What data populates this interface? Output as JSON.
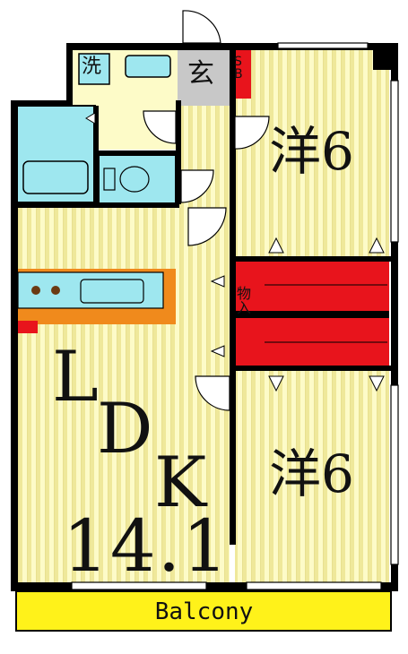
{
  "rooms": {
    "laundry": "洗",
    "entrance": "玄",
    "shoe_box": "SB",
    "western_room_top": "洋6",
    "western_room_bottom": "洋6",
    "closet": "物入",
    "ldk_l": "L",
    "ldk_d": "D",
    "ldk_k": "K",
    "ldk_size": "14.1",
    "balcony": "Balcony"
  },
  "colors": {
    "floor_stripe": "#f4f0a6",
    "floor_base": "#fdfbc8",
    "wall": "#000000",
    "wet_area": "#9ee7ef",
    "closet": "#e8141c",
    "balcony": "#fff21a",
    "counter": "#f08a1c"
  }
}
